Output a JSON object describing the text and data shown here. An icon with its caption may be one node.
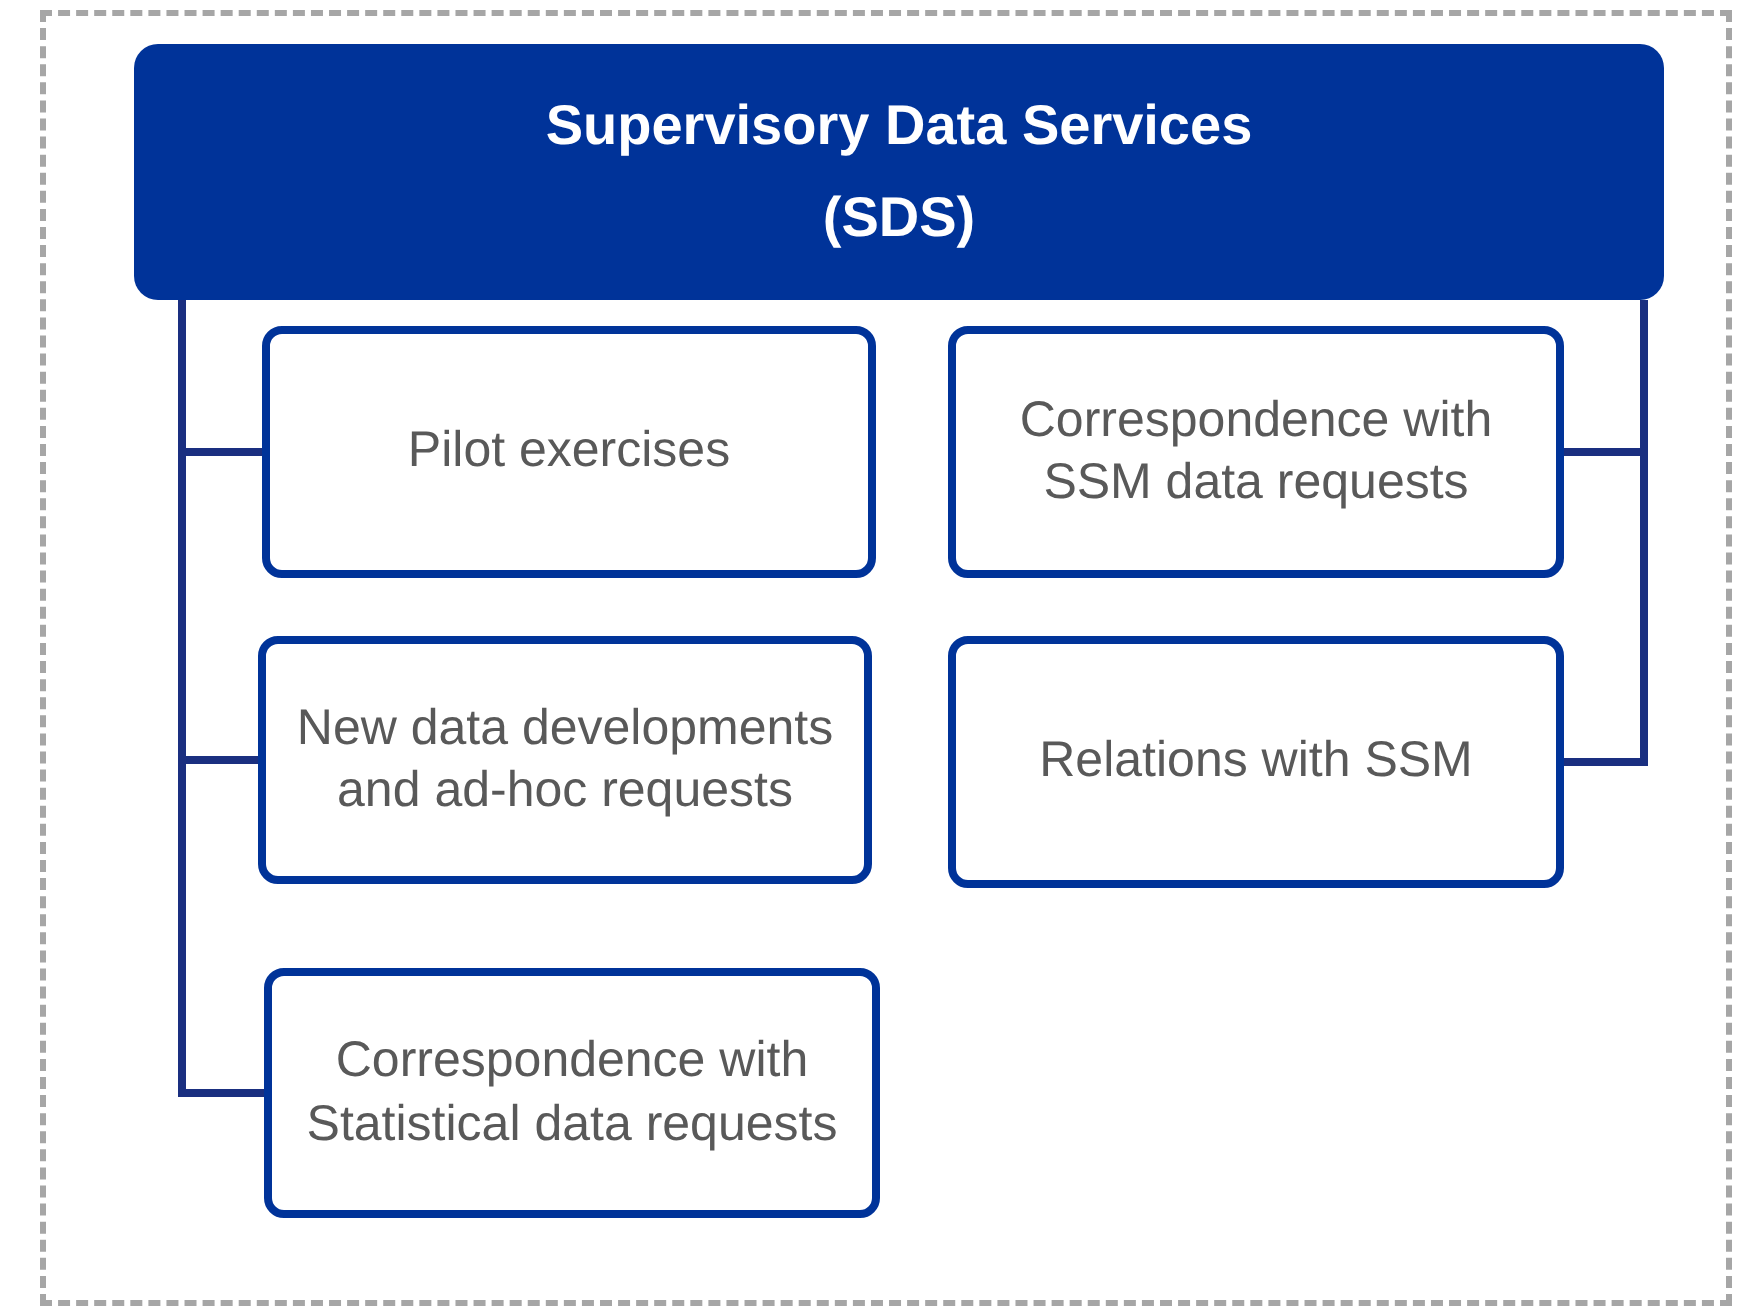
{
  "diagram": {
    "nodes": [
      {
        "text": [
          "Supervisory Data Services (SDS)"
        ]
      },
      {
        "text": [
          "Pilot exercises"
        ]
      },
      {
        "text": [
          "Correspondence with SSM data requests"
        ]
      },
      {
        "text": [
          "New data developments and ad-hoc requests"
        ]
      },
      {
        "text": [
          "Relations with SSM"
        ]
      },
      {
        "text": [
          "Correspondence with Statistical data requests"
        ]
      }
    ],
    "edges": [
      {
        "from": 0,
        "to": 1,
        "arrow": "none"
      },
      {
        "from": 0,
        "to": 2,
        "arrow": "none"
      },
      {
        "from": 0,
        "to": 3,
        "arrow": "none"
      },
      {
        "from": 0,
        "to": 4,
        "arrow": "none"
      },
      {
        "from": 0,
        "to": 5,
        "arrow": "none"
      }
    ]
  }
}
